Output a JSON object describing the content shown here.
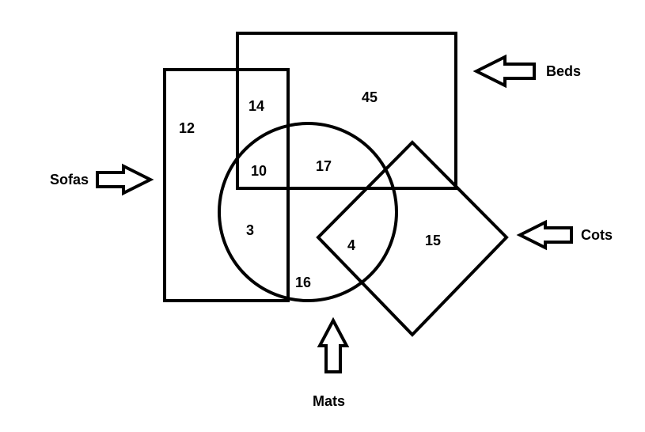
{
  "sets": {
    "beds": "Beds",
    "sofas": "Sofas",
    "cots": "Cots",
    "mats": "Mats"
  },
  "regions": {
    "sofas_only": "12",
    "sofas_beds": "14",
    "beds_only": "45",
    "sofas_beds_mats": "10",
    "beds_mats": "17",
    "sofas_mats": "3",
    "mats_cots": "4",
    "cots_only": "15",
    "mats_only": "16"
  }
}
